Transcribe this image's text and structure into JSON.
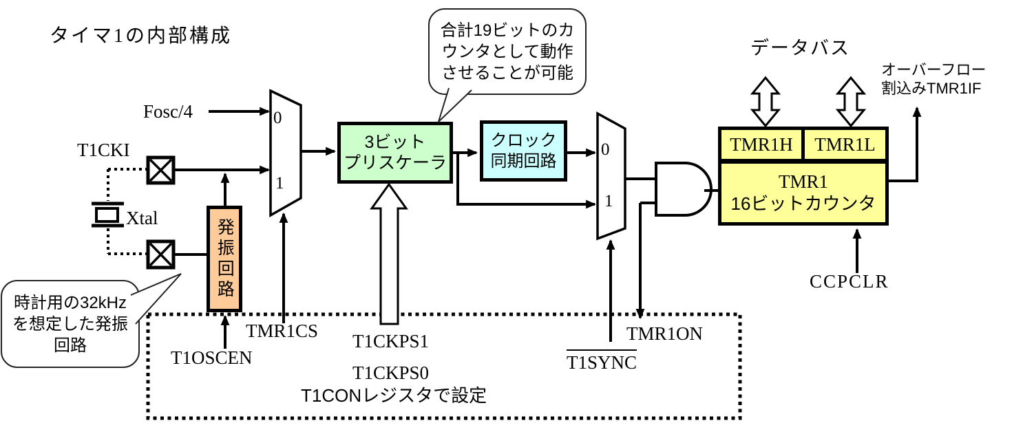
{
  "title": "タイマ1の内部構成",
  "colors": {
    "prescaler_bg": "#ccffcc",
    "sync_bg": "#ccffff",
    "oscillator_bg": "#ffcc99",
    "timer_bg": "#ffff99",
    "wire": "#000000"
  },
  "callouts": {
    "counter_note": "合計19ビットのカ\nウンタとして動作\nさせることが可能",
    "osc_note": "時計用の32kHz\nを想定した発振\n回路"
  },
  "labels": {
    "fosc": "Fosc/4",
    "t1cki": "T1CKI",
    "xtal": "Xtal",
    "databus": "データバス",
    "overflow": "オーバーフロー\n割込みTMR1IF",
    "tmr1cs": "TMR1CS",
    "t1oscen": "T1OSCEN",
    "t1ckps1": "T1CKPS1",
    "t1ckps0": "T1CKPS0",
    "t1sync": "T1SYNC",
    "tmr1on": "TMR1ON",
    "ccpclr": "CCPCLR",
    "config_box": "T1CONレジスタで設定"
  },
  "blocks": {
    "oscillator": "発振回路",
    "prescaler": "3ビット\nプリスケーラ",
    "sync": "クロック\n同期回路",
    "tmr1h": "TMR1H",
    "tmr1l": "TMR1L",
    "tmr1_line1": "TMR1",
    "tmr1_line2": "16ビットカウンタ"
  },
  "mux1": {
    "in0": "0",
    "in1": "1"
  },
  "mux2": {
    "in0": "0",
    "in1": "1"
  }
}
